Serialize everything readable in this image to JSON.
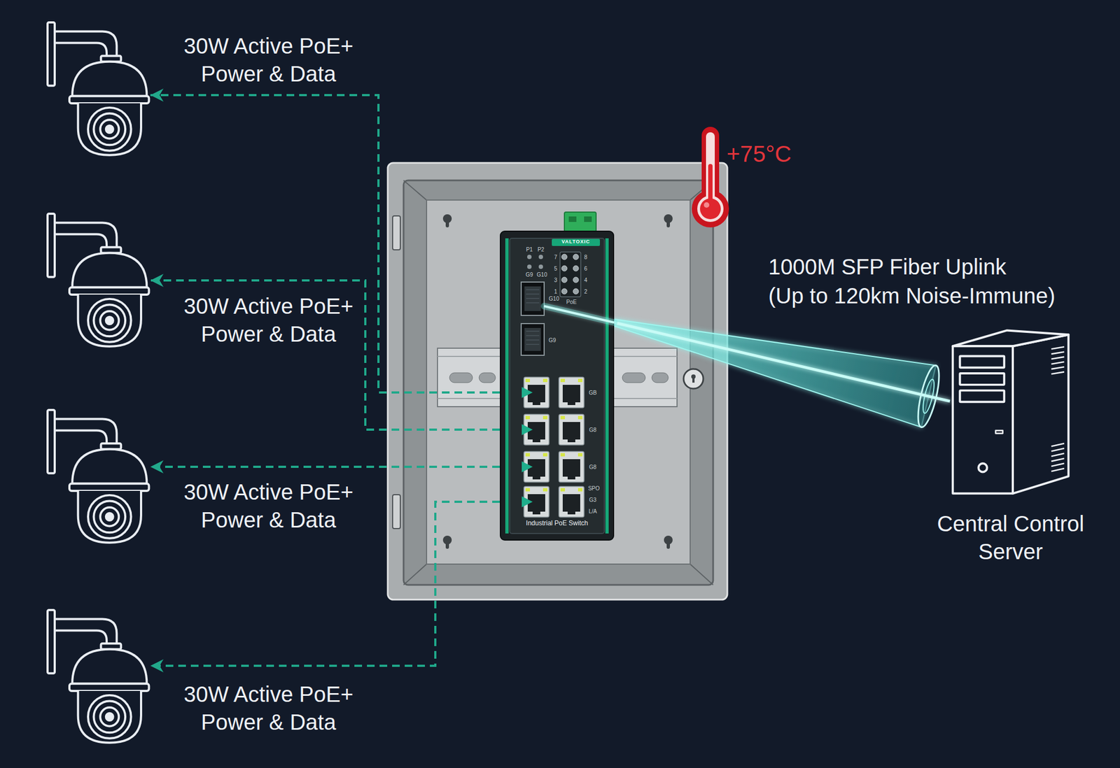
{
  "diagram": {
    "nodes": [
      {
        "text": [
          "30W Active PoE+ Power & Data"
        ]
      },
      {
        "text": [
          "30W Active PoE+ Power & Data"
        ]
      },
      {
        "text": [
          "30W Active PoE+ Power & Data"
        ]
      },
      {
        "text": [
          "30W Active PoE+ Power & Data"
        ]
      },
      {
        "text": [
          "Industrial PoE Switch"
        ]
      },
      {
        "text": [
          "Central Control Server"
        ]
      }
    ],
    "edges": [
      {
        "from": 4,
        "to": 0,
        "arrow": "to"
      },
      {
        "from": 4,
        "to": 1,
        "arrow": "to"
      },
      {
        "from": 4,
        "to": 2,
        "arrow": "to"
      },
      {
        "from": 4,
        "to": 3,
        "arrow": "to"
      },
      {
        "from": 4,
        "to": 5,
        "arrow": "none",
        "label": "1000M SFP Fiber Uplink (Up to 120km Noise-Immune)"
      }
    ],
    "labels": [
      "+75°C",
      "VALTOXIC",
      "P1",
      "P2",
      "G9",
      "G10",
      "7",
      "8",
      "5",
      "6",
      "3",
      "4",
      "1",
      "2",
      "PoE",
      "G10",
      "G9",
      "GB",
      "G8",
      "G8",
      "SPO",
      "G3",
      "L/A"
    ]
  }
}
